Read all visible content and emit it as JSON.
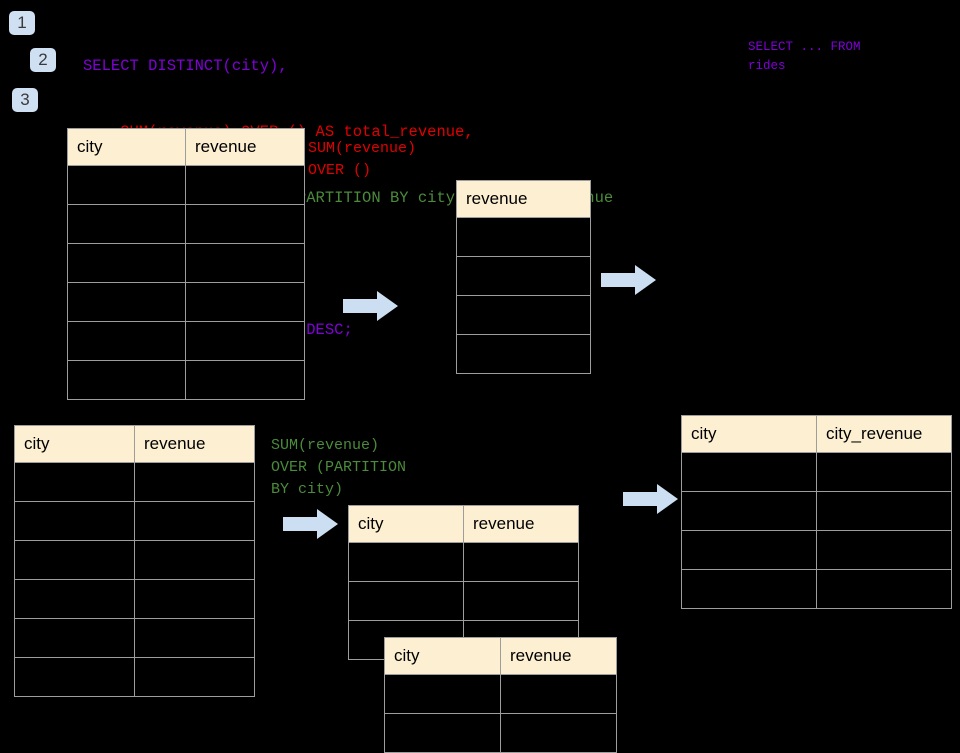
{
  "page": {
    "background": "#000000",
    "accent_blue": "#cfe0f2",
    "header_cream": "#fdf0d2",
    "border_gray": "#9d9d9d"
  },
  "steps": [
    {
      "label": "1"
    },
    {
      "label": "2"
    },
    {
      "label": "3"
    }
  ],
  "sql": {
    "lines": [
      {
        "text": "SELECT DISTINCT(city),",
        "color": "#8000d7"
      },
      {
        "text": "    SUM(revenue) OVER () AS total_revenue,",
        "color": "#e00000"
      },
      {
        "text": "    SUM(revenue) OVER (PARTITION BY city) as city_revenue",
        "color": "#4b8b3b"
      },
      {
        "text": "  FROM rides",
        "color": "#8000d7"
      },
      {
        "text": "  ORDER by city_revenue DESC;",
        "color": "#8000d7"
      }
    ]
  },
  "side_note": {
    "text": "SELECT ... FROM\nrides",
    "color": "#8000d7"
  },
  "annotations": {
    "over_empty": {
      "text": "SUM(revenue)\nOVER ()",
      "color": "#e00000"
    },
    "over_partition": {
      "text": "SUM(revenue)\nOVER (PARTITION\nBY city)",
      "color": "#4b8b3b"
    }
  },
  "tables": {
    "source_top": {
      "headers": [
        "city",
        "revenue"
      ],
      "row_count": 6,
      "rows": [
        [
          "",
          ""
        ],
        [
          "",
          ""
        ],
        [
          "",
          ""
        ],
        [
          "",
          ""
        ],
        [
          "",
          ""
        ],
        [
          "",
          ""
        ]
      ]
    },
    "total_revenue": {
      "headers": [
        "revenue"
      ],
      "row_count": 4,
      "rows": [
        [
          ""
        ],
        [
          ""
        ],
        [
          ""
        ],
        [
          ""
        ]
      ]
    },
    "source_bottom": {
      "headers": [
        "city",
        "revenue"
      ],
      "row_count": 6,
      "rows": [
        [
          "",
          ""
        ],
        [
          "",
          ""
        ],
        [
          "",
          ""
        ],
        [
          "",
          ""
        ],
        [
          "",
          ""
        ],
        [
          "",
          ""
        ]
      ]
    },
    "partition_back": {
      "headers": [
        "city",
        "revenue"
      ],
      "row_count": 3,
      "rows": [
        [
          "",
          ""
        ],
        [
          "",
          ""
        ],
        [
          "",
          ""
        ]
      ]
    },
    "partition_front": {
      "headers": [
        "city",
        "revenue"
      ],
      "row_count": 2,
      "rows": [
        [
          "",
          ""
        ],
        [
          "",
          ""
        ]
      ]
    },
    "result": {
      "headers": [
        "city",
        "city_revenue"
      ],
      "row_count": 4,
      "rows": [
        [
          "",
          ""
        ],
        [
          "",
          ""
        ],
        [
          "",
          ""
        ],
        [
          "",
          ""
        ]
      ]
    }
  },
  "arrows": [
    {
      "name": "arrow-source-to-total"
    },
    {
      "name": "arrow-total-to-result"
    },
    {
      "name": "arrow-source-to-partition"
    },
    {
      "name": "arrow-partition-to-result"
    }
  ]
}
